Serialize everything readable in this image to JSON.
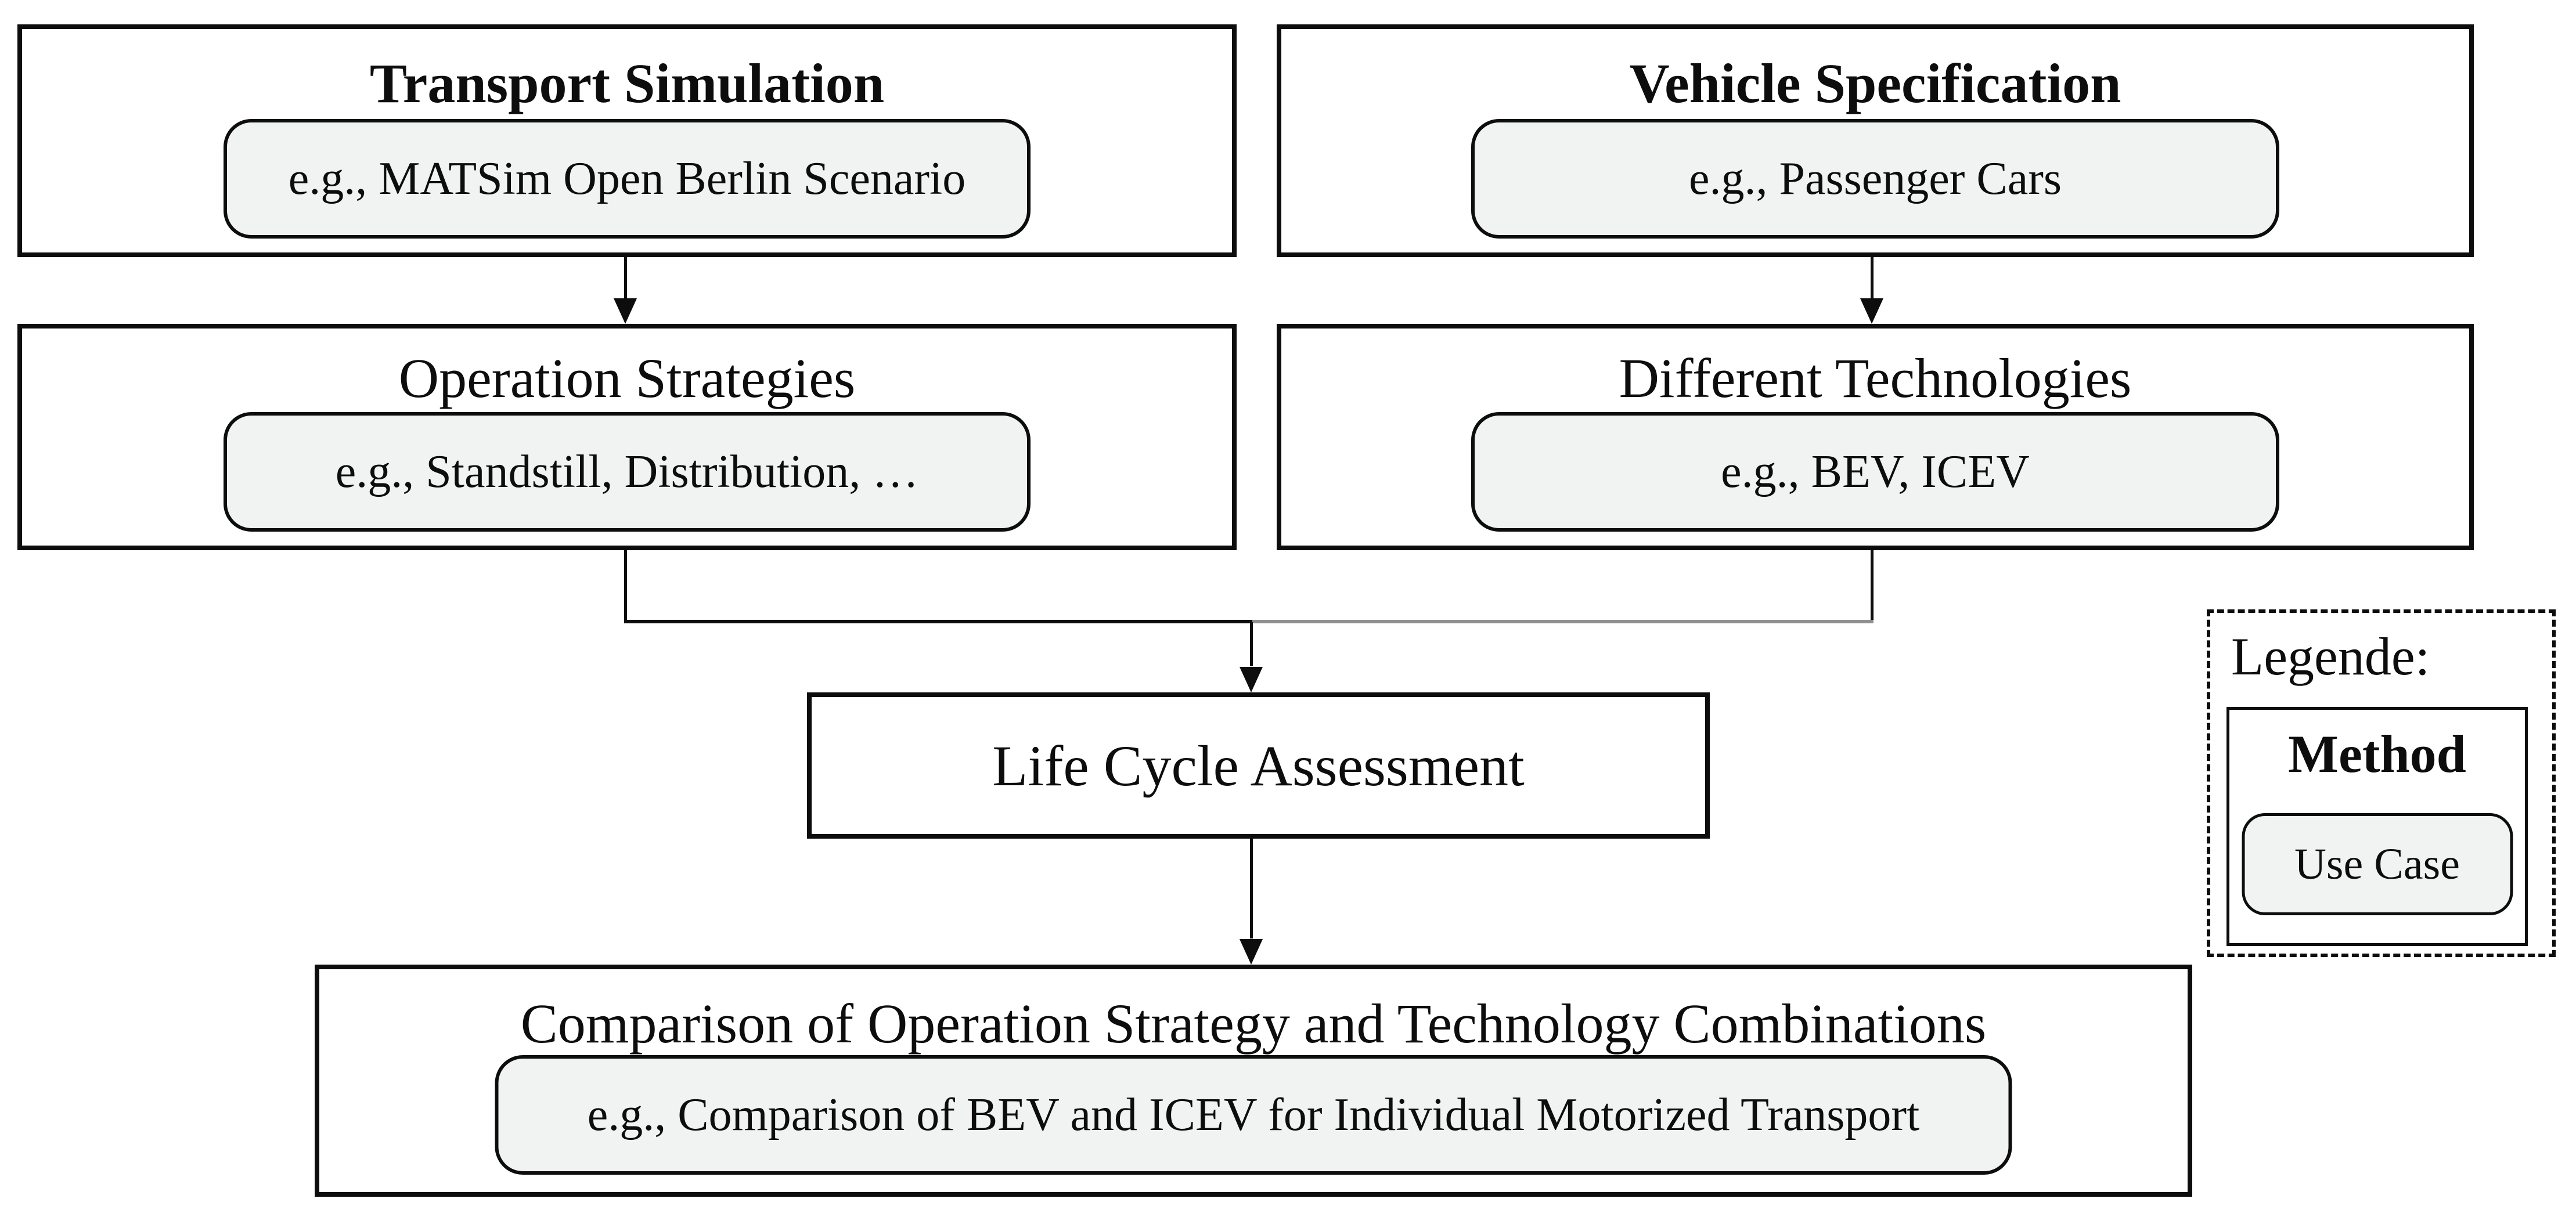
{
  "nodes": {
    "transport_simulation": {
      "title": "Transport Simulation",
      "example": "e.g., MATSim Open Berlin Scenario"
    },
    "vehicle_specification": {
      "title": "Vehicle Specification",
      "example": "e.g., Passenger Cars"
    },
    "operation_strategies": {
      "title": "Operation Strategies",
      "example": "e.g., Standstill, Distribution, …"
    },
    "different_technologies": {
      "title": "Different Technologies",
      "example": "e.g., BEV, ICEV"
    },
    "life_cycle_assessment": {
      "title": "Life Cycle Assessment"
    },
    "comparison": {
      "title": "Comparison of Operation Strategy and Technology Combinations",
      "example": "e.g., Comparison of BEV and ICEV for Individual Motorized Transport"
    }
  },
  "legend": {
    "heading": "Legende:",
    "method_label": "Method",
    "use_case_label": "Use Case"
  },
  "colors": {
    "line": "#0d0d0d",
    "pill_fill": "#f1f2f2",
    "connector_gray": "#8f8f8f",
    "background": "#ffffff"
  }
}
